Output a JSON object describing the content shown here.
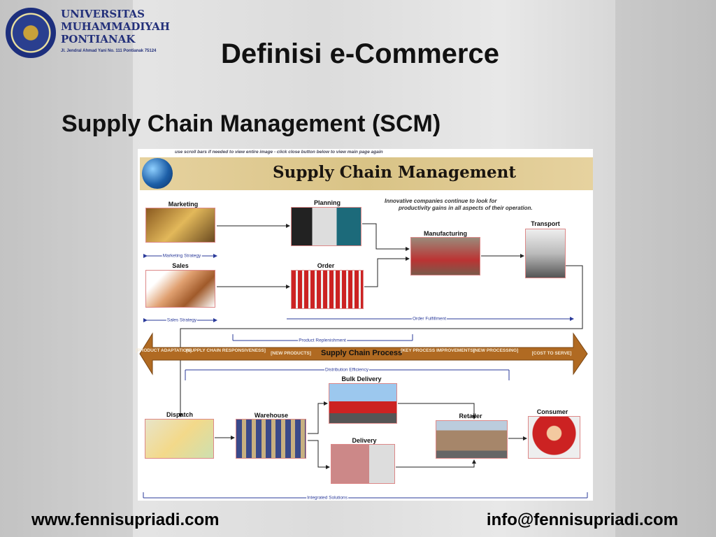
{
  "logo": {
    "line1": "UNIVERSITAS",
    "line2": "MUHAMMADIYAH",
    "line3": "PONTIANAK",
    "address": "Jl. Jendral Ahmad Yani No. 111 Pontianak 75124"
  },
  "title": "Definisi e-Commerce",
  "subtitle": "Supply Chain Management (SCM)",
  "diagram": {
    "caption": "use scroll bars if needed to view entire image - click close button below to view main page again",
    "banner_title": "Supply Chain Management",
    "intro_line1": "Innovative companies continue to look for",
    "intro_line2": "productivity gains in all aspects of their operation.",
    "nodes": {
      "marketing": "Marketing",
      "planning": "Planning",
      "manufacturing": "Manufacturing",
      "transport": "Transport",
      "sales": "Sales",
      "order": "Order",
      "bulk_delivery": "Bulk Delivery",
      "dispatch": "Dispatch",
      "warehouse": "Warehouse",
      "retailer": "Retailer",
      "consumer": "Consumer",
      "delivery": "Delivery"
    },
    "flows": {
      "marketing_strategy": "Marketing Strategy",
      "sales_strategy": "Sales Strategy",
      "order_fulfillment": "Order Fulfillment",
      "product_replenishment": "Product Replenishment",
      "distribution_efficiency": "Distribution Efficiency",
      "integrated_solutions": "Integrated Solutions"
    },
    "process": {
      "label": "Supply Chain Process",
      "items": [
        "[PRODUCT ADAPTATION]",
        "[SUPPLY CHAIN RESPONSIVENESS]",
        "[NEW PRODUCTS]",
        "[KEY PROCESS IMPROVEMENTS]",
        "[NEW PROCESSING]",
        "[COST TO SERVE]"
      ]
    }
  },
  "footer": {
    "website": "www.fennisupriadi.com",
    "email": "info@fennisupriadi.com"
  }
}
